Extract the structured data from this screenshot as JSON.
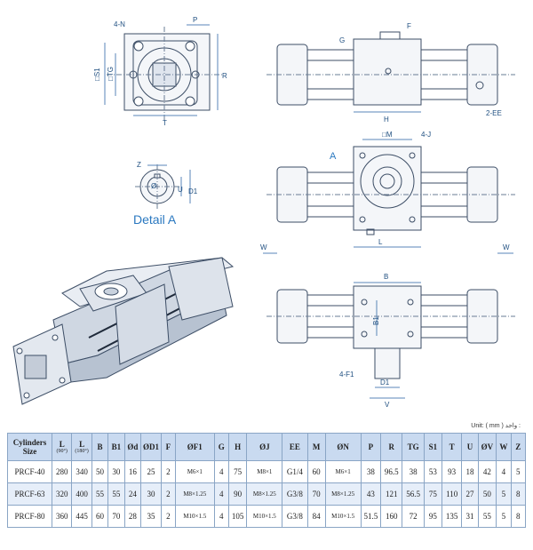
{
  "labels": {
    "n4": "4-N",
    "p": "P",
    "s1": "□S1",
    "tg": "□TG",
    "r": "R",
    "t": "T",
    "g": "G",
    "f": "F",
    "h": "H",
    "ee2": "2-EE",
    "m": "□M",
    "j4": "4-J",
    "a": "A",
    "w_left": "W",
    "w_right": "W",
    "l": "L",
    "z": "Z",
    "u": "U",
    "d1": "D1",
    "d": "Ø",
    "b": "B",
    "b1": "B1",
    "f14": "4-F1",
    "d1b": "D1",
    "v": "V"
  },
  "detail_title": "Detail A",
  "unit_label": "Unit: ( mm ) واحد :",
  "table": {
    "headers": [
      {
        "label": "Cylinders Size",
        "sub": ""
      },
      {
        "label": "L",
        "sub": "(90°)"
      },
      {
        "label": "L",
        "sub": "(180°)"
      },
      {
        "label": "B",
        "sub": ""
      },
      {
        "label": "B1",
        "sub": ""
      },
      {
        "label": "Ød",
        "sub": ""
      },
      {
        "label": "ØD1",
        "sub": ""
      },
      {
        "label": "F",
        "sub": ""
      },
      {
        "label": "ØF1",
        "sub": ""
      },
      {
        "label": "G",
        "sub": ""
      },
      {
        "label": "H",
        "sub": ""
      },
      {
        "label": "ØJ",
        "sub": ""
      },
      {
        "label": "EE",
        "sub": ""
      },
      {
        "label": "M",
        "sub": ""
      },
      {
        "label": "ØN",
        "sub": ""
      },
      {
        "label": "P",
        "sub": ""
      },
      {
        "label": "R",
        "sub": ""
      },
      {
        "label": "TG",
        "sub": ""
      },
      {
        "label": "S1",
        "sub": ""
      },
      {
        "label": "T",
        "sub": ""
      },
      {
        "label": "U",
        "sub": ""
      },
      {
        "label": "ØV",
        "sub": ""
      },
      {
        "label": "W",
        "sub": ""
      },
      {
        "label": "Z",
        "sub": ""
      }
    ],
    "rows": [
      [
        "PRCF-40",
        "280",
        "340",
        "50",
        "30",
        "16",
        "25",
        "2",
        "M6×1",
        "4",
        "75",
        "M8×1",
        "G1/4",
        "60",
        "M6×1",
        "38",
        "96.5",
        "38",
        "53",
        "93",
        "18",
        "42",
        "4",
        "5"
      ],
      [
        "PRCF-63",
        "320",
        "400",
        "55",
        "55",
        "24",
        "30",
        "2",
        "M8×1.25",
        "4",
        "90",
        "M8×1.25",
        "G3/8",
        "70",
        "M8×1.25",
        "43",
        "121",
        "56.5",
        "75",
        "110",
        "27",
        "50",
        "5",
        "8"
      ],
      [
        "PRCF-80",
        "360",
        "445",
        "60",
        "70",
        "28",
        "35",
        "2",
        "M10×1.5",
        "4",
        "105",
        "M10×1.5",
        "G3/8",
        "84",
        "M10×1.5",
        "51.5",
        "160",
        "72",
        "95",
        "135",
        "31",
        "55",
        "5",
        "8"
      ]
    ]
  }
}
